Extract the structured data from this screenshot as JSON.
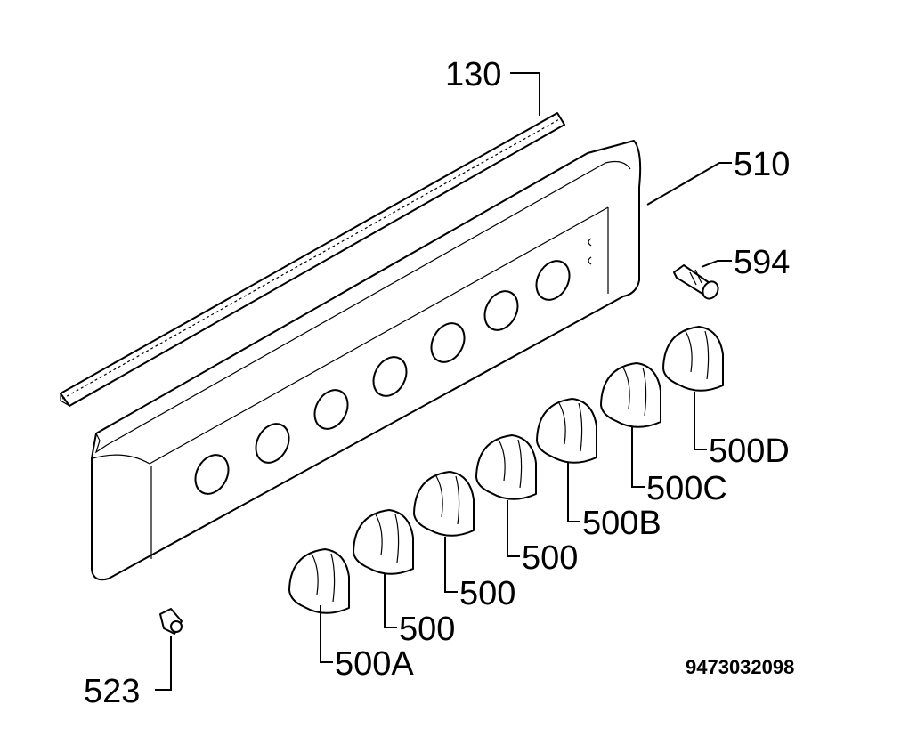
{
  "labels": {
    "trim_strip": "130",
    "control_panel": "510",
    "indicator_lamp": "594",
    "knob_500A": "500A",
    "knob_500_1": "500",
    "knob_500_2": "500",
    "knob_500_3": "500",
    "knob_500B": "500B",
    "knob_500C": "500C",
    "knob_500D": "500D",
    "screw": "523"
  },
  "diagram_code": "9473032098"
}
